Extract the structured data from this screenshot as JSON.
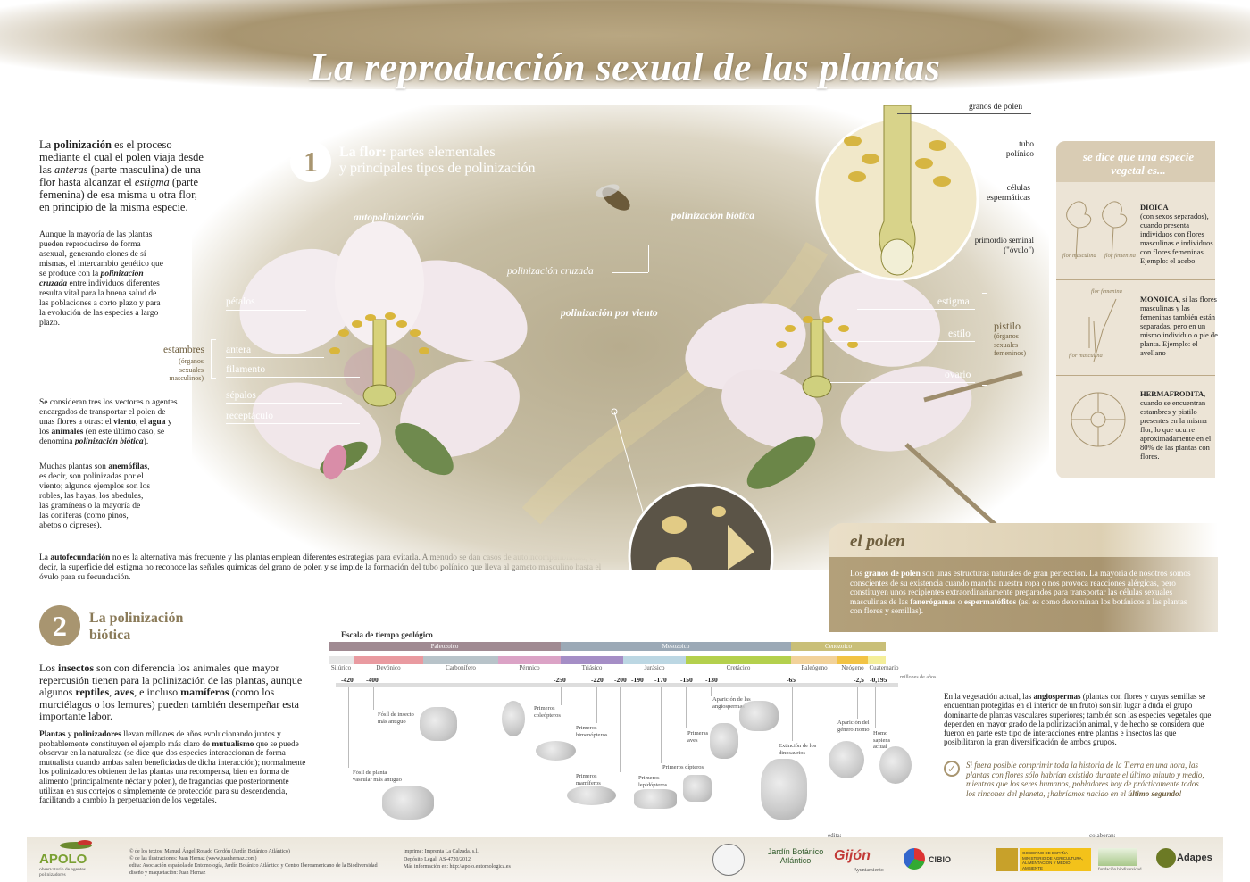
{
  "header": {
    "title": "La reproducción sexual de las plantas"
  },
  "colors": {
    "brand_brown": "#a89570",
    "text_brown": "#6f5f3f",
    "white": "#ffffff"
  },
  "left_col": {
    "p1a": "La ",
    "p1b": "polinización",
    "p1c": " es el proceso mediante el cual el polen viaja desde las ",
    "p1d": "anteras",
    "p1e": " (parte masculina) de una flor hasta alcanzar el ",
    "p1f": "estigma",
    "p1g": " (parte femenina) de esa misma u otra flor, en principio de la misma especie.",
    "p2a": "Aunque la mayoría de las plantas pueden reproducirse de forma asexual, generando clones de sí mismas, el intercambio genético que se produce con la ",
    "p2b": "polinización cruzada",
    "p2c": " entre individuos diferentes resulta vital para la buena salud de las poblaciones a corto plazo y para la evolución de las especies a largo plazo.",
    "p3a": "Se consideran tres los vectores o  agentes encargados de transportar el polen de unas flores a otras: el ",
    "p3b": "viento",
    "p3c": ", el ",
    "p3d": "agua",
    "p3e": " y los ",
    "p3f": "animales",
    "p3g": " (en este último caso, se denomina ",
    "p3h": "polinización biótica",
    "p3i": ").",
    "p4a": "Muchas plantas son ",
    "p4b": "anemófilas",
    "p4c": ", es decir, son polinizadas por el  viento; algunos ejemplos son los  robles, las hayas, los abedules, las gramíneas o la mayoría de las coníferas (como pinos, abetos o cipreses).",
    "p5a": "La ",
    "p5b": "autofecundación",
    "p5c": " no es la alternativa más frecuente y las plantas emplean diferentes estrategias para evitarla. A menudo se dan casos de autoincompatibilidad, es decir, la superficie del estigma no reconoce las señales químicas del grano de polen y se impide la formación del tubo polínico que lleva al gameto masculino hasta el óvulo para su fecundación."
  },
  "section1": {
    "number": "1",
    "title_bold": "La flor:",
    "title_rest": " partes elementales",
    "title_line2": "y principales tipos de polinización",
    "labels": {
      "autopolinizacion": "autopolinización",
      "polinizacion_biotica": "polinización biótica",
      "polinizacion_cruzada": "polinización cruzada",
      "polinizacion_viento": "polinización por viento",
      "petalos": "pétalos",
      "estambres": "estambres",
      "estambres_sub": "(órganos sexuales masculinos)",
      "antera": "antera",
      "filamento": "filamento",
      "sepalos": "sépalos",
      "receptaculo": "receptáculo",
      "estigma": "estigma",
      "estilo": "estilo",
      "ovario": "ovario",
      "pistilo": "pistilo",
      "pistilo_sub": "(órganos sexuales femeninos)",
      "granos_de_polen": "granos de polen",
      "tubo_polinico": "tubo polínico",
      "celulas_espermaticas": "células espermáticas",
      "primordio_seminal": "primordio seminal (\"óvulo\")"
    }
  },
  "sidebar": {
    "title": "se dice que una especie vegetal es...",
    "items": [
      {
        "title": "DIOICA",
        "text": "(con sexos separados), cuando presenta individuos con flores masculinas e individuos con flores femeninas. Ejemplo: el acebo",
        "cap1": "flor masculina",
        "cap2": "flor femenina"
      },
      {
        "title": "MONOICA",
        "text": "si las flores masculinas y las femeninas también están separadas, pero en un mismo individuo o pie de planta. Ejemplo: el avellano",
        "cap1": "flor femenina",
        "cap2": "flor masculina"
      },
      {
        "title": "HERMAFRODITA",
        "text": "cuando se encuentran estambres y pistilo presentes en la misma flor, lo que ocurre aproximadamente en el 80% de las plantas con flores."
      }
    ]
  },
  "polen": {
    "title": "el polen",
    "t1": "Los ",
    "t2": "granos de polen",
    "t3": " son unas estructuras naturales de gran perfección. La mayoría de nosotros somos conscientes de su existencia cuando mancha nuestra ropa o nos provoca reacciones alérgicas, pero constituyen unos recipientes extraordinariamente preparados para transportar las células sexuales masculinas de las ",
    "t4": "fanerógamas",
    "t5": " o ",
    "t6": "espermatófitos",
    "t7": " (así es como denominan los botánicos a las plantas con flores y semillas)."
  },
  "section2": {
    "number": "2",
    "title_line1": "La polinización",
    "title_line2": "biótica",
    "p1a": "Los ",
    "p1b": "insectos",
    "p1c": " son con diferencia los animales que mayor repercusión tienen para la polinización de las plantas, aunque algunos ",
    "p1d": "reptiles",
    "p1e": ", ",
    "p1f": "aves",
    "p1g": ", e incluso ",
    "p1h": "mamíferos",
    "p1i": " (como los murciélagos o los lemures) pueden también desempeñar esta importante labor.",
    "p2a": "Plantas",
    "p2b": " y ",
    "p2c": "polinizadores",
    "p2d": " llevan millones de años evolucionando juntos y probablemente constituyen el ejemplo más claro de ",
    "p2e": "mutualismo",
    "p2f": " que se puede observar en la naturaleza (se dice que dos especies interaccionan de forma mutualista cuando ambas salen beneficiadas de dicha interacción); normalmente los polinizadores obtienen de las plantas una recompensa, bien en forma de alimento (principalmente néctar y polen), de fragancias que posteriormente utilizan en sus cortejos o simplemente de protección para su descendencia, facilitando a cambio la perpetuación de los vegetales."
  },
  "timeline": {
    "title": "Escala de tiempo geológico",
    "eras": [
      "Paleozoico",
      "Mesozoico",
      "Cenozoico"
    ],
    "periods": [
      "Silúrico",
      "Devónico",
      "Carbonífero",
      "Pérmico",
      "Triásico",
      "Jurásico",
      "Cretácico",
      "Paleógeno",
      "Neógeno",
      "Cuaternario"
    ],
    "ticks": [
      "-420",
      "-400",
      "-250",
      "-220",
      "-200",
      "-190",
      "-170",
      "-150",
      "-130",
      "-65",
      "-2,5",
      "-0,195"
    ],
    "unit": "millones de años",
    "events": {
      "e1": "Fósil de insecto más antiguo",
      "e2": "Fósil de planta vascular más antiguo",
      "e3": "Primeros coleópteros",
      "e4": "Primeros himenópteros",
      "e5": "Primeros mamíferos",
      "e6": "Primeros lepidópteros",
      "e7": "Primeros dípteros",
      "e8": "Primeras aves",
      "e9": "Aparición de las angiospermas",
      "e10": "Extinción de los dinosaurios",
      "e11": "Aparición del género Homo",
      "e12": "Homo sapiens actual"
    }
  },
  "right_text": {
    "t1": "En la vegetación actual, las ",
    "t2": "angiospermas",
    "t3": " (plantas con flores y cuyas semillas se encuentran protegidas en el interior de un fruto) son sin lugar a duda el grupo dominante de plantas vasculares superiores; también son las especies vegetales que dependen en mayor grado de la polinización animal, y de hecho se considera que fueron en parte este tipo de interacciones entre plantas e insectos las que posibilitaron la gran diversificación de ambos grupos.",
    "q1": "Si fuera posible comprimir toda la historia de la Tierra en una hora, las plantas con flores sólo habrían existido durante el último minuto y medio, mientras que los seres humanos, pobladores hoy de prácticamente todos los rincones del planeta, ¡habríamos nacido en el ",
    "q2": "último segundo",
    "q3": "!"
  },
  "footer": {
    "apolo": "APOLO",
    "apolo_sub": "observatorio de agentes polinizadores",
    "credits1": "© de los textos: Manuel Ángel Rosado Gordón (Jardín Botánico Atlántico)",
    "credits2": "© de las ilustraciones: Juan Hernaz (www.juanhernaz.com)",
    "credits3": "edita: Asociación española de Entomología, Jardín Botánico Atlántico y Centro Iberoamericano de la Biodiversidad",
    "credits4": "diseño y maquetación: Juan Hernaz",
    "print1": "imprime: Imprenta La Calzada, s.l.",
    "print2": "Depósito Legal: AS-4720/2012",
    "print3": "Más información en: http://apolo.entomologica.es",
    "edita": "edita:",
    "colaboran": "colaboran:",
    "jardin": "Jardín Botánico Atlántico",
    "gijon": "Gijón",
    "ayuntamiento": "Ayuntamiento",
    "cibio": "CIBIO",
    "gobierno": "GOBIERNO DE ESPAÑA",
    "ministerio": "MINISTERIO DE AGRICULTURA, ALIMENTACIÓN Y MEDIO AMBIENTE",
    "fundacion": "fundación biodiversidad",
    "adapes": "Adapes"
  }
}
